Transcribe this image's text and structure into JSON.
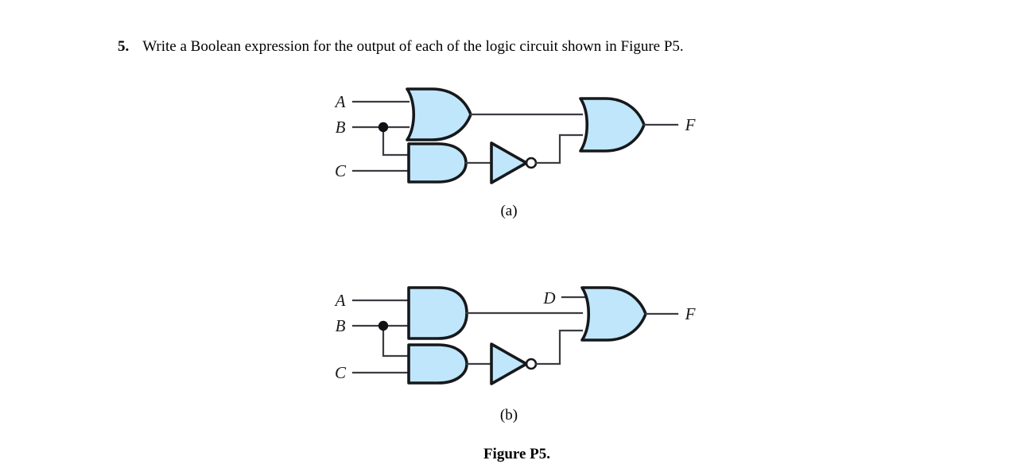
{
  "question": {
    "number": "5.",
    "text": "Write a Boolean expression for the output of each of the logic circuit shown in Figure P5."
  },
  "figure": {
    "title": "Figure P5.",
    "caption_a": "(a)",
    "caption_b": "(b)",
    "gate_fill_color": "#bfe6fa",
    "gate_outline_color": "#17181c",
    "wire_color": "#3c3c42"
  },
  "circuit_a": {
    "name": "logic-circuit-a",
    "inputs": [
      {
        "label": "A",
        "icon": "wire-terminal"
      },
      {
        "label": "B",
        "icon": "wire-terminal"
      },
      {
        "label": "C",
        "icon": "wire-terminal"
      }
    ],
    "output": {
      "label": "F",
      "icon": "wire-terminal"
    },
    "gates": [
      {
        "id": "or1",
        "type": "OR",
        "inputs": [
          "A",
          "B"
        ],
        "output": "n1"
      },
      {
        "id": "and1",
        "type": "AND",
        "inputs": [
          "B",
          "C"
        ],
        "output": "n2"
      },
      {
        "id": "not1",
        "type": "NOT",
        "inputs": [
          "n2"
        ],
        "output": "n3"
      },
      {
        "id": "or2",
        "type": "OR",
        "inputs": [
          "n1",
          "n3"
        ],
        "output": "F"
      }
    ],
    "junctions": [
      {
        "on": "B",
        "type": "filled-dot"
      }
    ]
  },
  "circuit_b": {
    "name": "logic-circuit-b",
    "inputs": [
      {
        "label": "A",
        "icon": "wire-terminal"
      },
      {
        "label": "B",
        "icon": "wire-terminal"
      },
      {
        "label": "C",
        "icon": "wire-terminal"
      },
      {
        "label": "D",
        "icon": "wire-terminal"
      }
    ],
    "output": {
      "label": "F",
      "icon": "wire-terminal"
    },
    "gates": [
      {
        "id": "and1",
        "type": "AND",
        "inputs": [
          "A",
          "B"
        ],
        "output": "n1"
      },
      {
        "id": "and2",
        "type": "AND",
        "inputs": [
          "B",
          "C"
        ],
        "output": "n2"
      },
      {
        "id": "not1",
        "type": "NOT",
        "inputs": [
          "n2"
        ],
        "output": "n3"
      },
      {
        "id": "or1",
        "type": "OR",
        "inputs": [
          "D",
          "n1",
          "n3"
        ],
        "output": "F"
      }
    ],
    "junctions": [
      {
        "on": "B",
        "type": "filled-dot"
      }
    ]
  }
}
